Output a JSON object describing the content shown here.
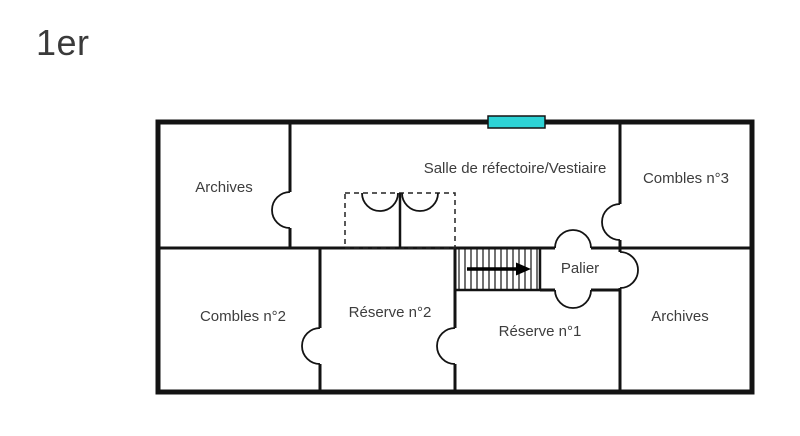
{
  "title": "1er",
  "colors": {
    "window": "#2ed3d6",
    "wall": "#131313",
    "text": "#3d3d3d"
  },
  "rooms": {
    "archives_upper": "Archives",
    "refectoire": "Salle de réfectoire/Vestiaire",
    "combles_3": "Combles n°3",
    "combles_2": "Combles n°2",
    "reserve_2": "Réserve n°2",
    "reserve_1": "Réserve n°1",
    "palier": "Palier",
    "archives_lower": "Archives"
  }
}
